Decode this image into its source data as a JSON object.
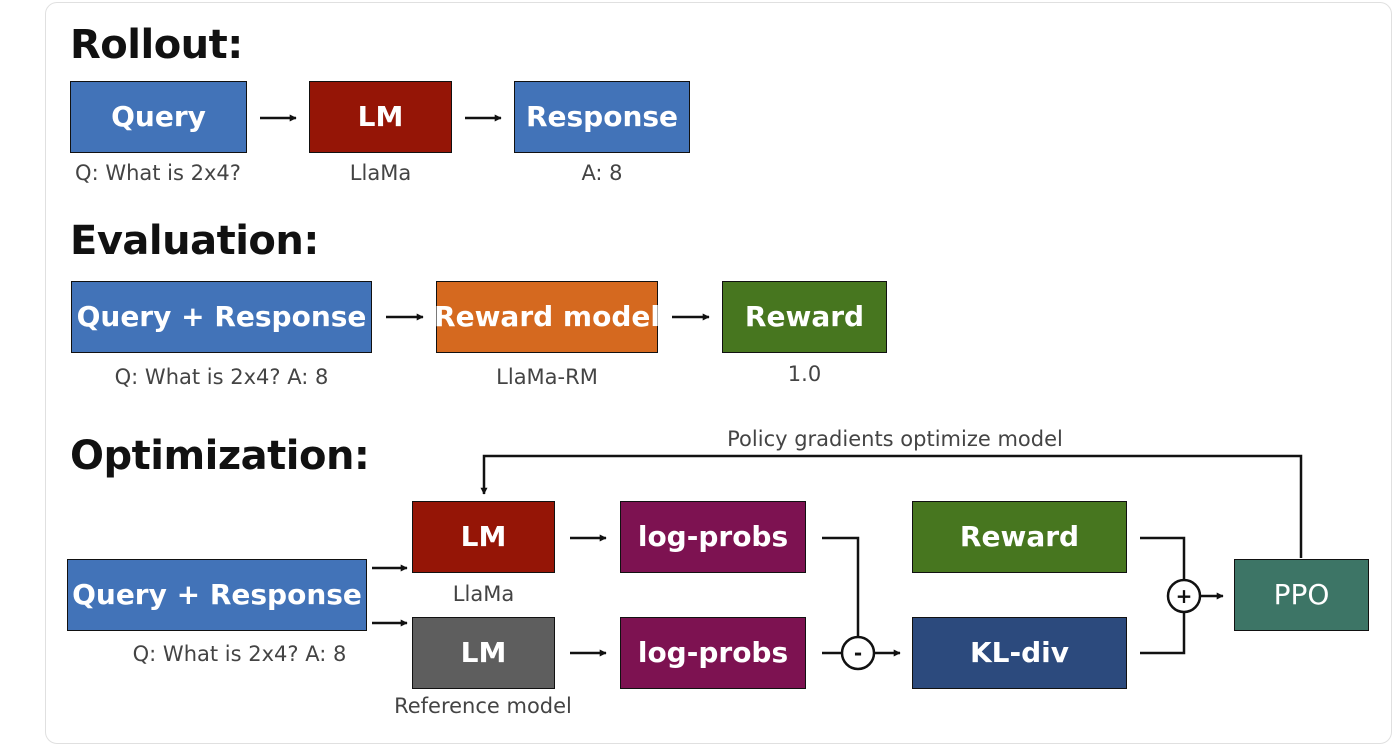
{
  "colors": {
    "blue": "#4273b8",
    "red": "#951506",
    "orange": "#d5691f",
    "green": "#47761f",
    "purple": "#7d1251",
    "gray": "#5e5e5e",
    "navy": "#2c4a7d",
    "teal": "#3d7566"
  },
  "rollout": {
    "heading": "Rollout:",
    "query": {
      "label": "Query",
      "caption": "Q: What is 2x4?"
    },
    "lm": {
      "label": "LM",
      "caption": "LlaMa"
    },
    "response": {
      "label": "Response",
      "caption": "A: 8"
    }
  },
  "evaluation": {
    "heading": "Evaluation:",
    "query_response": {
      "label": "Query + Response",
      "caption": "Q: What is 2x4? A: 8"
    },
    "reward_model": {
      "label": "Reward model",
      "caption": "LlaMa-RM"
    },
    "reward": {
      "label": "Reward",
      "caption": "1.0"
    }
  },
  "optimization": {
    "heading": "Optimization:",
    "feedback_label": "Policy gradients optimize model",
    "query_response": {
      "label": "Query + Response",
      "caption": "Q: What is 2x4? A: 8"
    },
    "lm": {
      "label": "LM",
      "caption": "LlaMa"
    },
    "ref_lm": {
      "label": "LM",
      "caption": "Reference model"
    },
    "logprobs_top": {
      "label": "log-probs"
    },
    "logprobs_bottom": {
      "label": "log-probs"
    },
    "reward": {
      "label": "Reward"
    },
    "kl_div": {
      "label": "KL-div"
    },
    "ppo": {
      "label": "PPO"
    },
    "minus_op": "-",
    "plus_op": "+"
  }
}
